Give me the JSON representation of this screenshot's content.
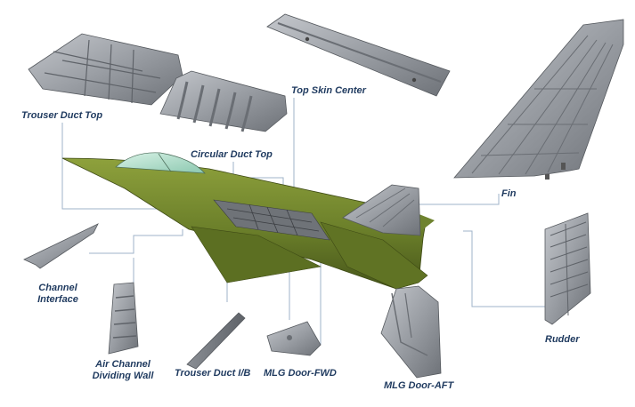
{
  "diagram": {
    "labels": {
      "trouser_duct_top": "Trouser Duct Top",
      "top_skin_center": "Top Skin Center",
      "circular_duct_top": "Circular Duct Top",
      "fin": "Fin",
      "channel_interface_1": "Channel",
      "channel_interface_2": "Interface",
      "air_channel_1": "Air Channel",
      "air_channel_2": "Dividing Wall",
      "trouser_duct_ib": "Trouser Duct I/B",
      "mlg_door_fwd": "MLG Door-FWD",
      "mlg_door_aft": "MLG Door-AFT",
      "rudder": "Rudder"
    },
    "colors": {
      "aircraft_body": "#6b7f2a",
      "parts": "#9a9ea4",
      "label_text": "#1f3a5f",
      "leader_lines": "#9fb3c8"
    }
  }
}
